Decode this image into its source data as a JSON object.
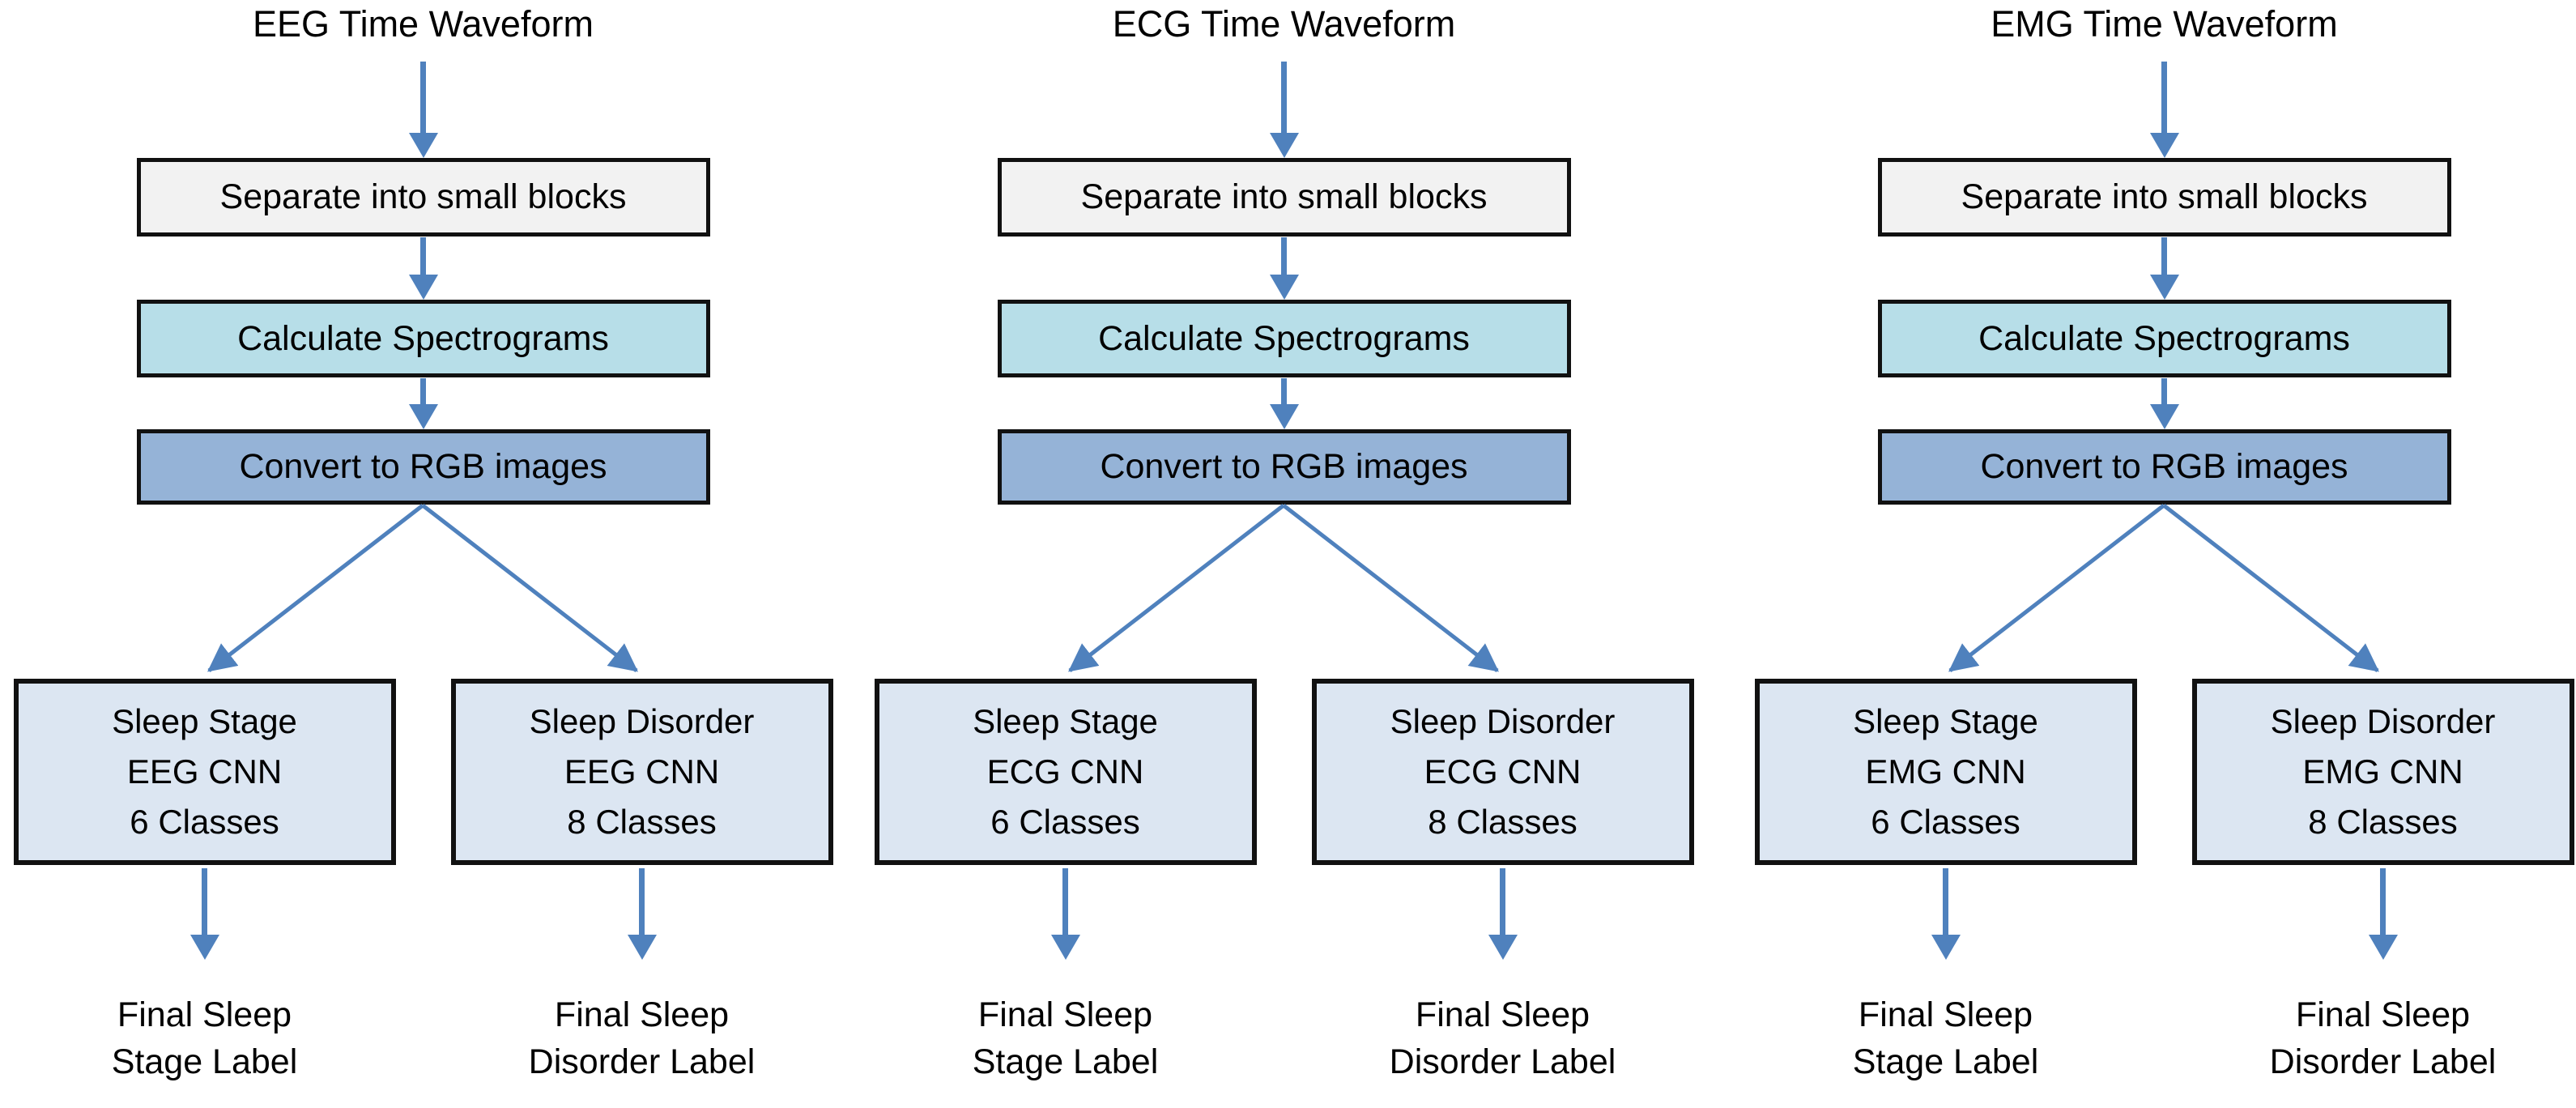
{
  "diagram": {
    "background_color": "#ffffff",
    "colors": {
      "step1_fill": "#f2f2f2",
      "step2_fill": "#b7dee8",
      "step3_fill": "#95b3d7",
      "cnn_box_fill": "#dce6f2",
      "box_border": "#111111",
      "arrow": "#4f81bd",
      "text": "#000000"
    },
    "columns": [
      {
        "title": "EEG Time Waveform",
        "steps": [
          "Separate into small blocks",
          "Calculate Spectrograms",
          "Convert to RGB images"
        ],
        "branches": [
          {
            "box_lines": [
              "Sleep Stage",
              "EEG CNN",
              "6 Classes"
            ],
            "label_lines": [
              "Final Sleep",
              "Stage Label"
            ]
          },
          {
            "box_lines": [
              "Sleep Disorder",
              "EEG CNN",
              "8 Classes"
            ],
            "label_lines": [
              "Final Sleep",
              "Disorder Label"
            ]
          }
        ]
      },
      {
        "title": "ECG Time Waveform",
        "steps": [
          "Separate into small blocks",
          "Calculate Spectrograms",
          "Convert to RGB images"
        ],
        "branches": [
          {
            "box_lines": [
              "Sleep Stage",
              "ECG CNN",
              "6 Classes"
            ],
            "label_lines": [
              "Final Sleep",
              "Stage Label"
            ]
          },
          {
            "box_lines": [
              "Sleep Disorder",
              "ECG CNN",
              "8 Classes"
            ],
            "label_lines": [
              "Final Sleep",
              "Disorder Label"
            ]
          }
        ]
      },
      {
        "title": "EMG Time Waveform",
        "steps": [
          "Separate into small blocks",
          "Calculate Spectrograms",
          "Convert to RGB images"
        ],
        "branches": [
          {
            "box_lines": [
              "Sleep Stage",
              "EMG CNN",
              "6 Classes"
            ],
            "label_lines": [
              "Final Sleep",
              "Stage Label"
            ]
          },
          {
            "box_lines": [
              "Sleep Disorder",
              "EMG CNN",
              "8 Classes"
            ],
            "label_lines": [
              "Final Sleep",
              "Disorder Label"
            ]
          }
        ]
      }
    ]
  }
}
